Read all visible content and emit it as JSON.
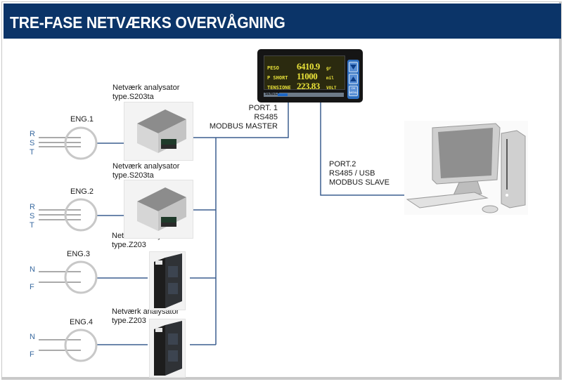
{
  "header": {
    "title": "TRE-FASE NETVÆRKS OVERVÅGNING"
  },
  "colors": {
    "header_bg": "#0b3468",
    "wire": "#3b5f8f",
    "phase_label": "#3a6aa0",
    "lcd_text": "#e9e23a",
    "button_blue": "#2e6fc0"
  },
  "display_unit": {
    "brand": "SENECA",
    "rows": [
      {
        "label": "PESO",
        "value": "6410.9",
        "unit": "gr"
      },
      {
        "label": "P SHORT",
        "value": "11000",
        "unit": "mil"
      },
      {
        "label": "TENSIONE",
        "value": "223.83",
        "unit": "VOLT"
      }
    ],
    "buttons": [
      {
        "icon": "arrow-down-icon"
      },
      {
        "icon": "arrow-up-icon"
      },
      {
        "label": "OK MENU"
      }
    ]
  },
  "ports": {
    "port1": {
      "line1": "PORT. 1",
      "line2": "RS485",
      "line3": "MODBUS MASTER"
    },
    "port2": {
      "line1": "PORT.2",
      "line2": "RS485 / USB",
      "line3": "MODBUS SLAVE"
    }
  },
  "meters": [
    {
      "name": "ENG.1",
      "phases": [
        "R",
        "S",
        "T"
      ],
      "analyzer_title": "Netværk analysator",
      "analyzer_type": "type.S203ta"
    },
    {
      "name": "ENG.2",
      "phases": [
        "R",
        "S",
        "T"
      ],
      "analyzer_title": "Netværk analysator",
      "analyzer_type": "type.S203ta"
    },
    {
      "name": "ENG.3",
      "phases": [
        "N",
        "F"
      ],
      "analyzer_title": "Netværk analysator",
      "analyzer_type": "type.Z203"
    },
    {
      "name": "ENG.4",
      "phases": [
        "N",
        "F"
      ],
      "analyzer_title": "Netværk analysator",
      "analyzer_type": "type.Z203"
    }
  ],
  "computer": {
    "icon": "desktop-computer-icon"
  }
}
